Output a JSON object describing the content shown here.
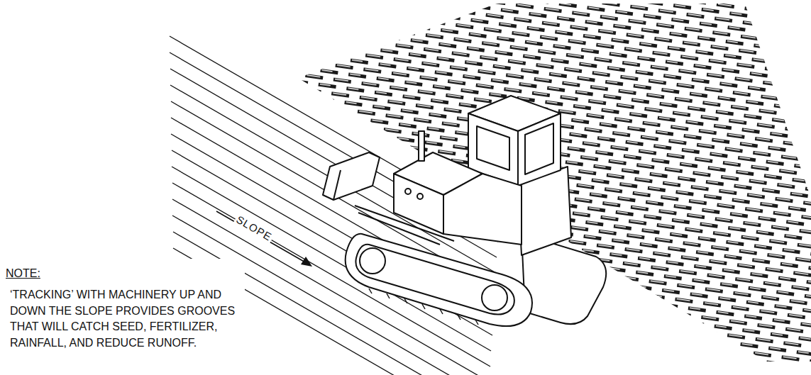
{
  "diagram": {
    "labels": [
      "SLOPE",
      "NOTE:",
      "‘TRACKING’ WITH MACHINERY UP AND DOWN THE SLOPE PROVIDES GROOVES THAT WILL CATCH SEED, FERTILIZER, RAINFALL, AND REDUCE RUNOFF."
    ]
  }
}
